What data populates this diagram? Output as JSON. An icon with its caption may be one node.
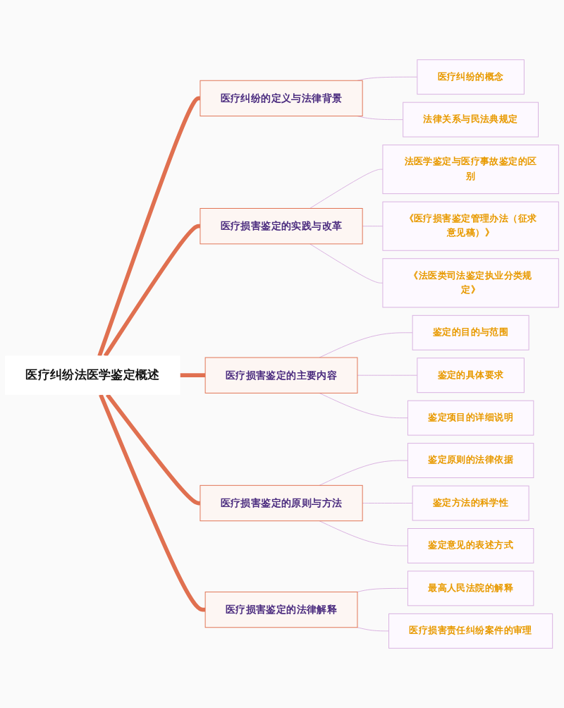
{
  "diagram": {
    "nodes": [
      {
        "text": [
          "医疗纠纷法医学鉴定概述"
        ]
      },
      {
        "text": [
          "医疗纠纷的定义与法律背景"
        ]
      },
      {
        "text": [
          "医疗纠纷的概念"
        ]
      },
      {
        "text": [
          "法律关系与民法典规定"
        ]
      },
      {
        "text": [
          "医疗损害鉴定的实践与改革"
        ]
      },
      {
        "text": [
          "法医学鉴定与医疗事故鉴定的区别"
        ]
      },
      {
        "text": [
          "《医疗损害鉴定管理办法（征求意见稿）》"
        ]
      },
      {
        "text": [
          "《法医类司法鉴定执业分类规定》"
        ]
      },
      {
        "text": [
          "医疗损害鉴定的主要内容"
        ]
      },
      {
        "text": [
          "鉴定的目的与范围"
        ]
      },
      {
        "text": [
          "鉴定的具体要求"
        ]
      },
      {
        "text": [
          "鉴定项目的详细说明"
        ]
      },
      {
        "text": [
          "医疗损害鉴定的原则与方法"
        ]
      },
      {
        "text": [
          "鉴定原则的法律依据"
        ]
      },
      {
        "text": [
          "鉴定方法的科学性"
        ]
      },
      {
        "text": [
          "鉴定意见的表述方式"
        ]
      },
      {
        "text": [
          "医疗损害鉴定的法律解释"
        ]
      },
      {
        "text": [
          "最高人民法院的解释"
        ]
      },
      {
        "text": [
          "医疗损害责任纠纷案件的审理"
        ]
      }
    ],
    "edges": [
      {
        "from": 0,
        "to": 1,
        "arrow": "none",
        "style": "thick",
        "color": "#e07050"
      },
      {
        "from": 1,
        "to": 2,
        "arrow": "none"
      },
      {
        "from": 1,
        "to": 3,
        "arrow": "none"
      },
      {
        "from": 0,
        "to": 4,
        "arrow": "none",
        "style": "thick",
        "color": "#e07050"
      },
      {
        "from": 4,
        "to": 5,
        "arrow": "none"
      },
      {
        "from": 4,
        "to": 6,
        "arrow": "none"
      },
      {
        "from": 4,
        "to": 7,
        "arrow": "none"
      },
      {
        "from": 0,
        "to": 8,
        "arrow": "none",
        "style": "thick",
        "color": "#e07050"
      },
      {
        "from": 8,
        "to": 9,
        "arrow": "none"
      },
      {
        "from": 8,
        "to": 10,
        "arrow": "none"
      },
      {
        "from": 8,
        "to": 11,
        "arrow": "none"
      },
      {
        "from": 0,
        "to": 12,
        "arrow": "none",
        "style": "thick",
        "color": "#e07050"
      },
      {
        "from": 12,
        "to": 13,
        "arrow": "none"
      },
      {
        "from": 12,
        "to": 14,
        "arrow": "none"
      },
      {
        "from": 12,
        "to": 15,
        "arrow": "none"
      },
      {
        "from": 0,
        "to": 16,
        "arrow": "none",
        "style": "thick",
        "color": "#e07050"
      },
      {
        "from": 16,
        "to": 17,
        "arrow": "none"
      },
      {
        "from": 16,
        "to": 18,
        "arrow": "none"
      }
    ]
  }
}
